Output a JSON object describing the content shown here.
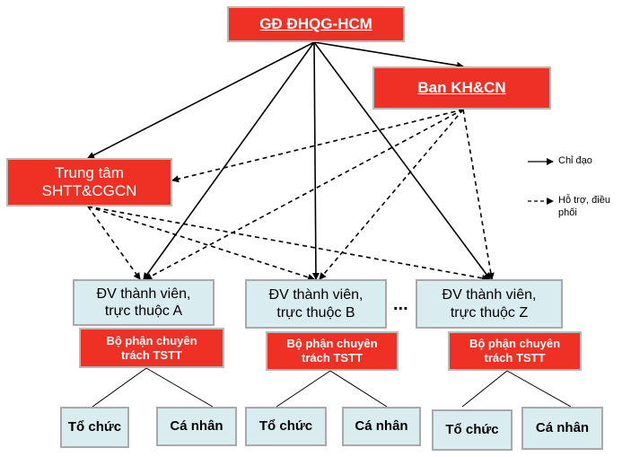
{
  "nodes": {
    "gd": "GĐ ĐHQG-HCM",
    "ban": "Ban KH&CN",
    "trungtam_line1": "Trung tâm",
    "trungtam_line2": "SHTT&CGCN",
    "dv_a_line1": "ĐV thành viên,",
    "dv_a_line2": "trực thuộc A",
    "dv_b_line1": "ĐV thành viên,",
    "dv_b_line2": "trực thuộc B",
    "dv_z_line1": "ĐV thành viên,",
    "dv_z_line2": "trực thuộc Z",
    "bophan_line1": "Bộ phận chuyên",
    "bophan_line2": "trách TSTT",
    "tochuc": "Tổ chức",
    "canhan": "Cá nhân",
    "ellipsis": "..."
  },
  "legend": {
    "solid": "Chỉ đạo",
    "dashed_line1": "Hỗ trợ, điều",
    "dashed_line2": "phối"
  },
  "colors": {
    "red_box": "#ee3124",
    "blue_box": "#d9edf1",
    "line": "#000000"
  }
}
